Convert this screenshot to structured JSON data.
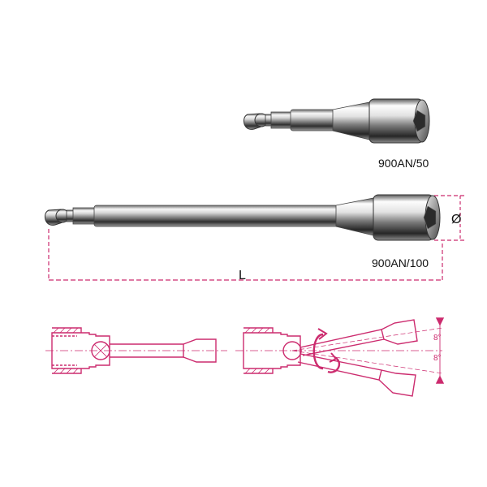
{
  "products": [
    {
      "code": "900AN/50"
    },
    {
      "code": "900AN/100"
    }
  ],
  "dimensions": {
    "length_symbol": "L",
    "diameter_symbol": "Ø",
    "angle_upper": "8°",
    "angle_lower": "8°"
  },
  "colors": {
    "dimension_lines": "#cc2b6e",
    "chrome_light": "#f4f4f4",
    "chrome_dark": "#3a3a3a",
    "background": "#ffffff"
  }
}
